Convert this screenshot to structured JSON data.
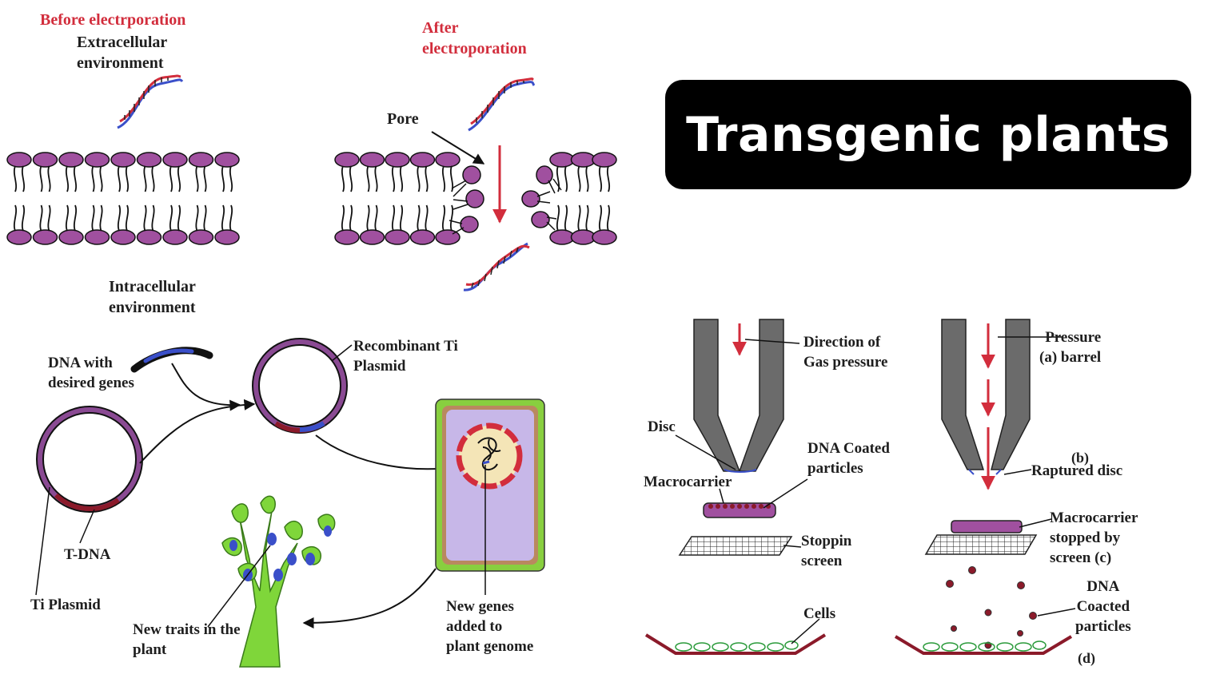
{
  "title": "Transgenic plants",
  "colors": {
    "accent_red": "#d22d3c",
    "lipid_head": "#a0509f",
    "dna_blue": "#3a4fc9",
    "plasmid_purple": "#8a4a93",
    "plasmid_red": "#8b1a2a",
    "plant_green": "#7fd63a",
    "cell_fill": "#c7b7e8",
    "cell_wall": "#88cf3f",
    "nucleus_fill": "#f4e5b7"
  },
  "electroporation": {
    "before": "Before electrporation",
    "after": "After\nelectroporation",
    "extracellular": "Extracellular\nenvironment",
    "intracellular": "Intracellular\nenvironment",
    "pore": "Pore"
  },
  "agrobacterium": {
    "dna_genes": "DNA with\ndesired genes",
    "recombinant": "Recombinant Ti\nPlasmid",
    "tdna": "T-DNA",
    "ti_plasmid": "Ti Plasmid",
    "new_traits": "New traits in the\nplant",
    "new_genes": "New genes\nadded to\nplant genome"
  },
  "gene_gun": {
    "direction": "Direction of\nGas pressure",
    "disc": "Disc",
    "dna_coated": "DNA Coated\nparticles",
    "macrocarrier": "Macrocarrier",
    "stopping": "Stoppin\nscreen",
    "cells": "Cells",
    "pressure_barrel": "Pressure\n(a) barrel",
    "b": "(b)",
    "raptured": "Raptured disc",
    "macro_stopped": "Macrocarrier\nstopped by\nscreen (c)",
    "dna_coacted": "DNA\nCoacted\nparticles",
    "d": "(d)"
  }
}
